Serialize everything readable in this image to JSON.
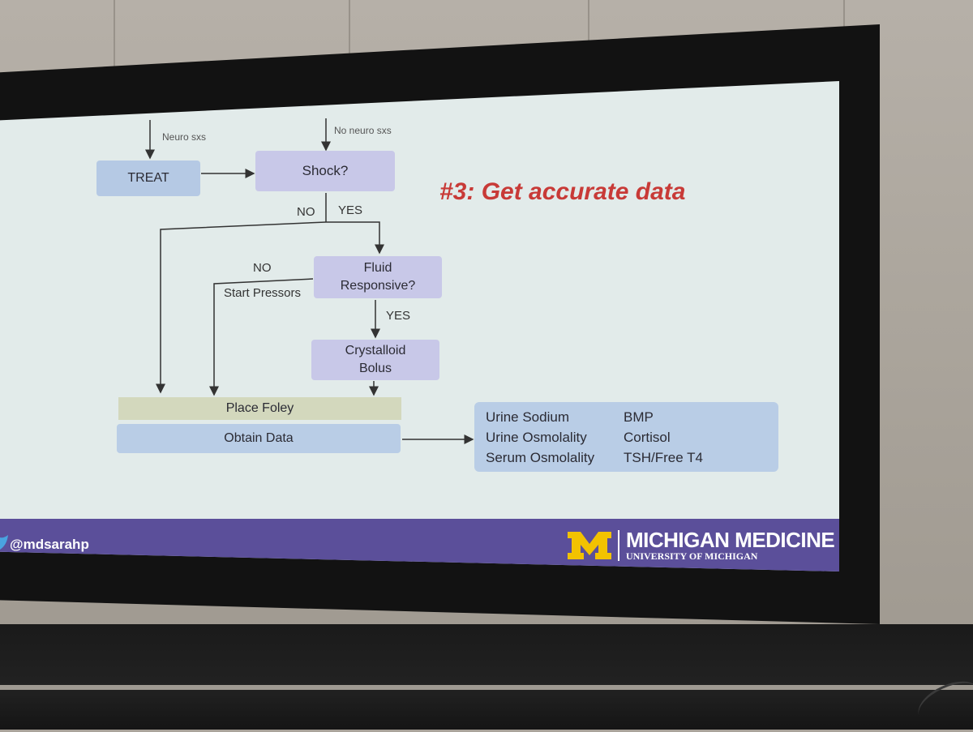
{
  "scene": {
    "colors": {
      "wall": "#aca69d",
      "screen_frame": "#121212",
      "slide_bg": "#e2ebea",
      "title_red": "#c83a37",
      "footer_purple": "#5b4f9a",
      "michigan_maize": "#f2c200"
    }
  },
  "slide": {
    "title": "#3: Get accurate data",
    "flowchart": {
      "top_labels": {
        "neuro": "Neuro sxs",
        "no_neuro": "No neuro sxs"
      },
      "treat": "TREAT",
      "shock": "Shock?",
      "shock_no": "NO",
      "shock_yes": "YES",
      "fluid_line1": "Fluid",
      "fluid_line2": "Responsive?",
      "fluid_no": "NO",
      "start_pressors": "Start Pressors",
      "fluid_yes": "YES",
      "bolus_line1": "Crystalloid",
      "bolus_line2": "Bolus",
      "place_foley": "Place Foley",
      "obtain_data": "Obtain Data"
    },
    "labs": {
      "rows": [
        {
          "left": "Urine Sodium",
          "right": "BMP"
        },
        {
          "left": "Urine Osmolality",
          "right": "Cortisol"
        },
        {
          "left": "Serum Osmolality",
          "right": "TSH/Free T4"
        }
      ]
    },
    "footer": {
      "twitter_handle": "@mdsarahp",
      "logo_icon": "michigan-block-m",
      "org_name": "MICHIGAN MEDICINE",
      "org_sub": "UNIVERSITY OF MICHIGAN"
    }
  }
}
